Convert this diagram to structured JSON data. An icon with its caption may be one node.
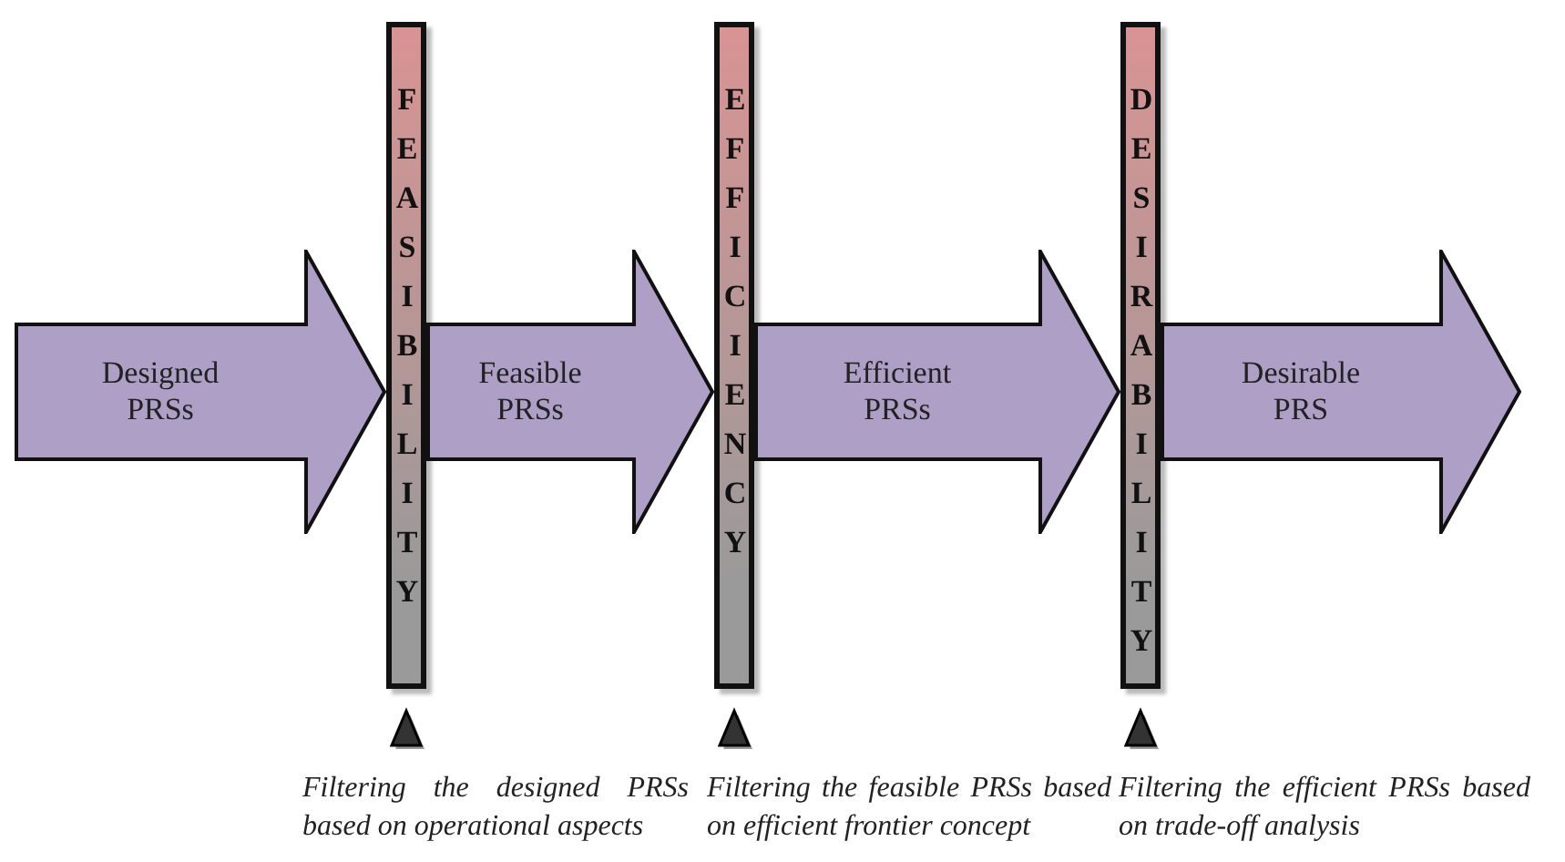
{
  "diagram": {
    "nodes": [
      {
        "text": [
          "FEASIBILITY"
        ],
        "beside": [
          "Filtering the designed PRSs based on operational aspects"
        ]
      },
      {
        "text": [
          "EFFICIENCY"
        ],
        "beside": [
          "Filtering the feasible PRSs based on efficient frontier concept"
        ]
      },
      {
        "text": [
          "DESIRABILITY"
        ],
        "beside": [
          "Filtering the efficient PRSs based on trade-off analysis"
        ]
      }
    ],
    "edges": [
      {
        "from": null,
        "to": 0,
        "arrow": "to",
        "label": "Designed PRSs"
      },
      {
        "from": 0,
        "to": 1,
        "arrow": "to",
        "label": "Feasible PRSs"
      },
      {
        "from": 1,
        "to": 2,
        "arrow": "to",
        "label": "Efficient PRSs"
      },
      {
        "from": 2,
        "to": null,
        "arrow": "to",
        "label": "Desirable PRS"
      }
    ]
  }
}
